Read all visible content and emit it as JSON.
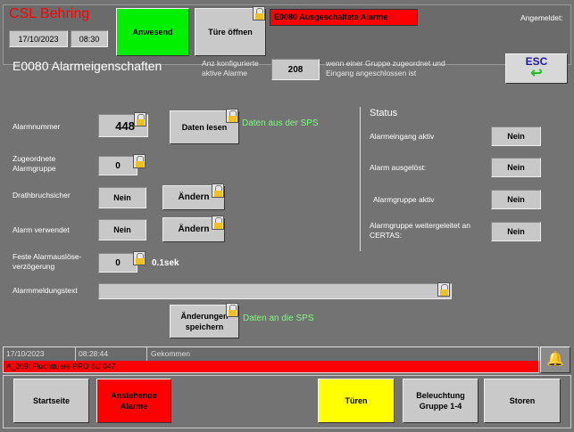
{
  "header": {
    "brand": "CSL Behring",
    "date": "17/10/2023",
    "time": "08:30",
    "present_button": "Anwesend",
    "door_button": "Türe öffnen",
    "alarm_banner": "E0080 Ausgeschaltete Alarme",
    "logged_in": "Angemeldet:"
  },
  "page": {
    "title": "E0080 Alarmeigenschaften",
    "count_label": "Anz konfigurierte aktive Alarme",
    "count_value": "208",
    "count_note": "wenn einer Gruppe zugeordnet und Eingang angeschlossen ist",
    "esc": "ESC"
  },
  "form": {
    "alarm_number_label": "Alarmnummer",
    "alarm_number": "448",
    "read_button": "Daten lesen",
    "read_note": "Daten aus der SPS",
    "group_label": "Zugeordnete Alarmgruppe",
    "group_value": "0",
    "wire_label": "Drathbruchsicher",
    "wire_value": "Nein",
    "change1": "Ändern",
    "used_label": "Alarm verwendet",
    "used_value": "Nein",
    "change2": "Ändern",
    "delay_label": "Feste Alarmauslöse-verzögerung",
    "delay_value": "0",
    "delay_unit": "0.1sek",
    "text_label": "Alarmmeldungstext",
    "text_value": "",
    "save_button": "Änderungen speichern",
    "save_note": "Daten an die SPS"
  },
  "status": {
    "title": "Status",
    "rows": [
      {
        "label": "Alarmeingang aktiv",
        "value": "Nein"
      },
      {
        "label": "Alarm ausgelöst:",
        "value": "Nein"
      },
      {
        "label": "Alarmgruppe aktiv",
        "value": "Nein"
      },
      {
        "label": "Alarmgruppe weitergeleitet an CERTAS:",
        "value": "Nein"
      }
    ]
  },
  "alarm_bar": {
    "date": "17/10/2023",
    "time": "08:28:44",
    "state": "Gekommen",
    "message": "A_209: Fluchttuere PRO 3U 047"
  },
  "nav": {
    "home": "Startseite",
    "pending": "Anstehende Alarme",
    "doors": "Türen",
    "lighting": "Beleuchtung Gruppe 1-4",
    "blinds": "Storen"
  }
}
